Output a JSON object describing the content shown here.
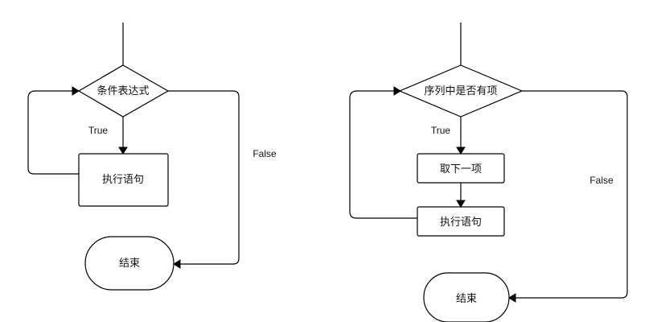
{
  "left_flow": {
    "condition": "条件表达式",
    "true_label": "True",
    "false_label": "False",
    "statement": "执行语句",
    "end": "结束"
  },
  "right_flow": {
    "condition": "序列中是否有项",
    "true_label": "True",
    "false_label": "False",
    "fetch": "取下一项",
    "statement": "执行语句",
    "end": "结束"
  }
}
